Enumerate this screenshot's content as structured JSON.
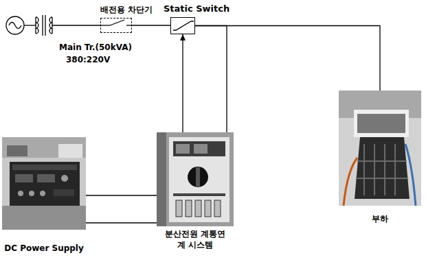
{
  "diagram": {
    "nodes": [
      {
        "text": [
          "배전용 차단기"
        ]
      },
      {
        "text": [
          "Static Switch"
        ]
      },
      {
        "text": [
          "DC Power Supply"
        ]
      },
      {
        "text": [
          "분산전원 계통연계 시스템"
        ]
      },
      {
        "text": [
          "부하"
        ]
      }
    ],
    "edges": [
      {
        "from": 0,
        "to": 1,
        "arrow": "none"
      },
      {
        "from": 1,
        "to": 4,
        "arrow": "none"
      },
      {
        "from": 1,
        "to": 3,
        "arrow": "none"
      },
      {
        "from": 3,
        "to": 1,
        "arrow": "to"
      },
      {
        "from": 2,
        "to": 3,
        "arrow": "none"
      },
      {
        "from": 2,
        "to": 3,
        "arrow": "none"
      }
    ],
    "labels": [
      "Main Tr.(50kVA)",
      "380:220V"
    ]
  }
}
